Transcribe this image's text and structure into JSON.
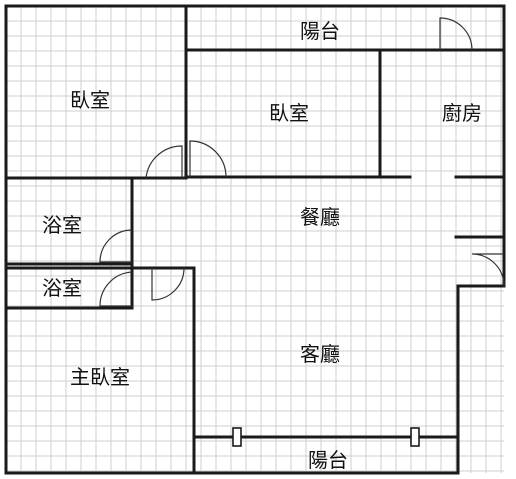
{
  "rooms": {
    "balcony_top": "陽台",
    "bedroom_left": "臥室",
    "bedroom_mid": "臥室",
    "kitchen": "廚房",
    "bath_upper": "浴室",
    "dining": "餐廳",
    "bath_lower": "浴室",
    "master_bedroom": "主臥室",
    "living": "客廳",
    "balcony_bottom": "陽台"
  },
  "colors": {
    "wall": "#1a1a1a",
    "grid": "#cfcfcf",
    "background": "#ffffff"
  }
}
